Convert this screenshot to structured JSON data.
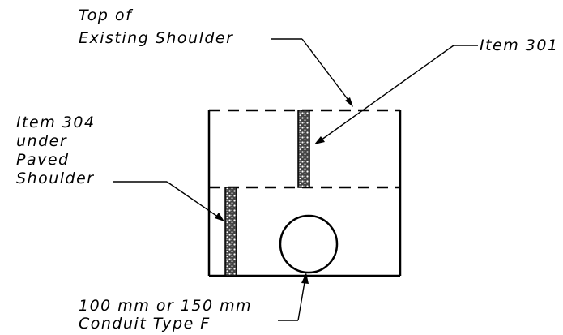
{
  "labels": {
    "top_shoulder": [
      "Top of",
      "Existing Shoulder"
    ],
    "item_301": "Item 301",
    "item_304": [
      "Item 304",
      "under",
      "Paved",
      "Shoulder"
    ],
    "conduit": [
      "100 mm or 150 mm",
      "Conduit Type F"
    ]
  }
}
